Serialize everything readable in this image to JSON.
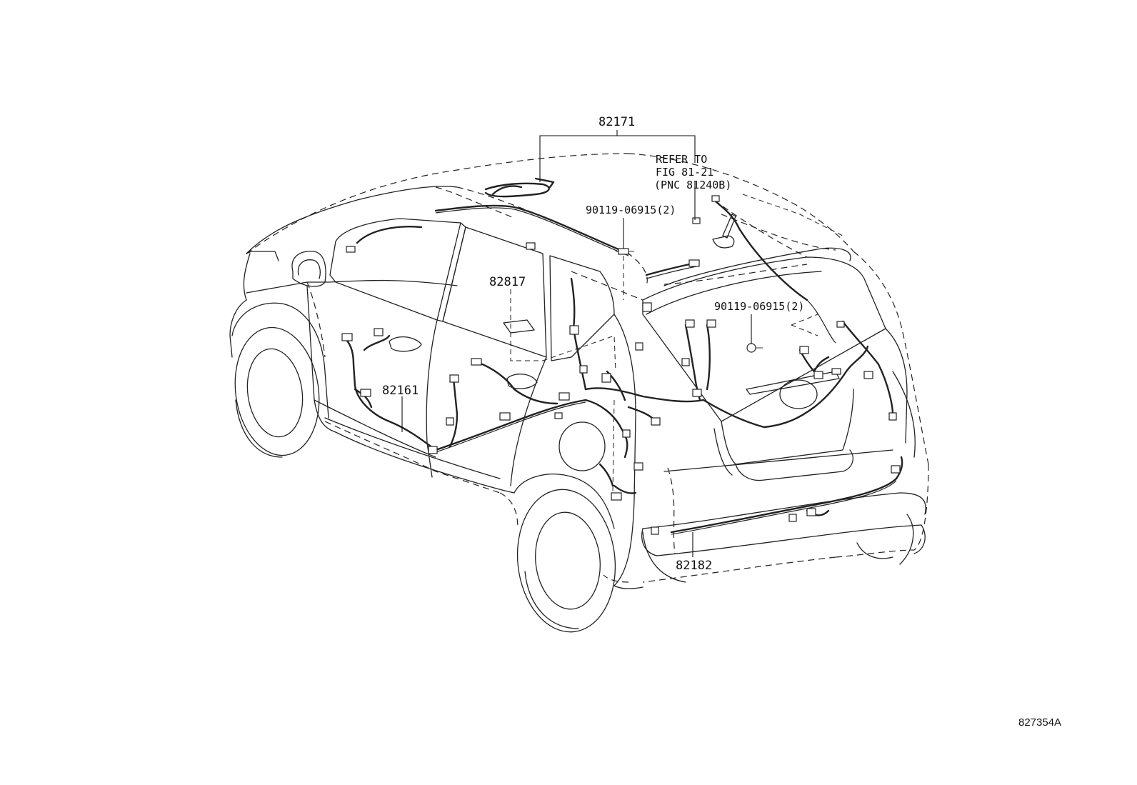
{
  "labels": {
    "part_82171": "82171",
    "part_82817": "82817",
    "part_82161": "82161",
    "part_82182": "82182",
    "bolt_top": "90119-06915(2)",
    "bolt_right": "90119-06915(2)",
    "refer_line1": "REFER TO",
    "refer_line2": "FIG 81-21",
    "refer_line3": "(PNC 81240B)",
    "diagram_code": "827354A"
  }
}
